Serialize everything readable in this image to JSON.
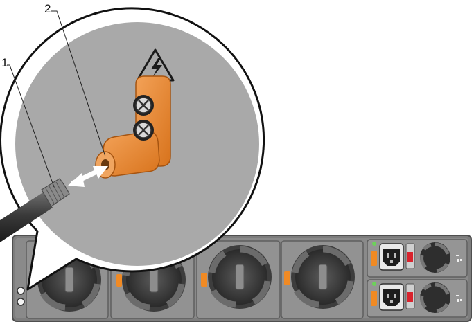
{
  "callouts": [
    {
      "number": "1",
      "part": "ground-cable"
    },
    {
      "number": "2",
      "part": "ground-lug"
    }
  ],
  "icons": {
    "warning": "electrical-hazard-icon",
    "fan": "fan-icon",
    "power_inlet": "power-inlet-icon"
  },
  "chassis": {
    "fan_modules": 4,
    "power_supplies": 2
  },
  "colors": {
    "lug_orange": "#e8892e",
    "release_tab_orange": "#f08a24",
    "status_led_green": "#6cd15a",
    "psu_latch_red": "#d9232d",
    "magnifier_gray": "#a9a9a9",
    "chassis_gray": "#7f7f7f"
  }
}
